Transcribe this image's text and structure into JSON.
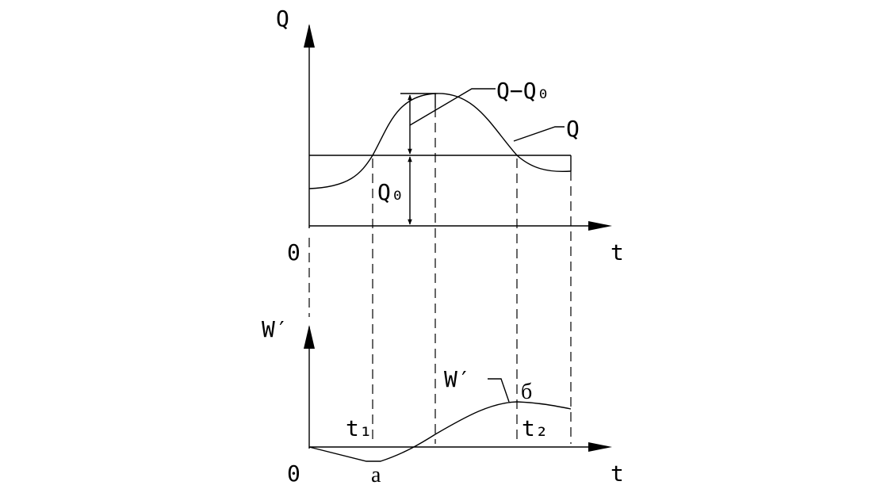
{
  "top_plot": {
    "y_axis_label": "Q",
    "x_axis_label": "t",
    "origin_label": "0",
    "curve_label": "Q",
    "difference_label": "Q−Q₀",
    "baseline_label": "Q₀"
  },
  "bottom_plot": {
    "y_axis_label": "W′",
    "x_axis_label": "t",
    "origin_label": "0",
    "curve_label": "W′",
    "point_a_label": "а",
    "point_b_label": "б",
    "t1_label": "t₁",
    "t2_label": "t₂"
  }
}
